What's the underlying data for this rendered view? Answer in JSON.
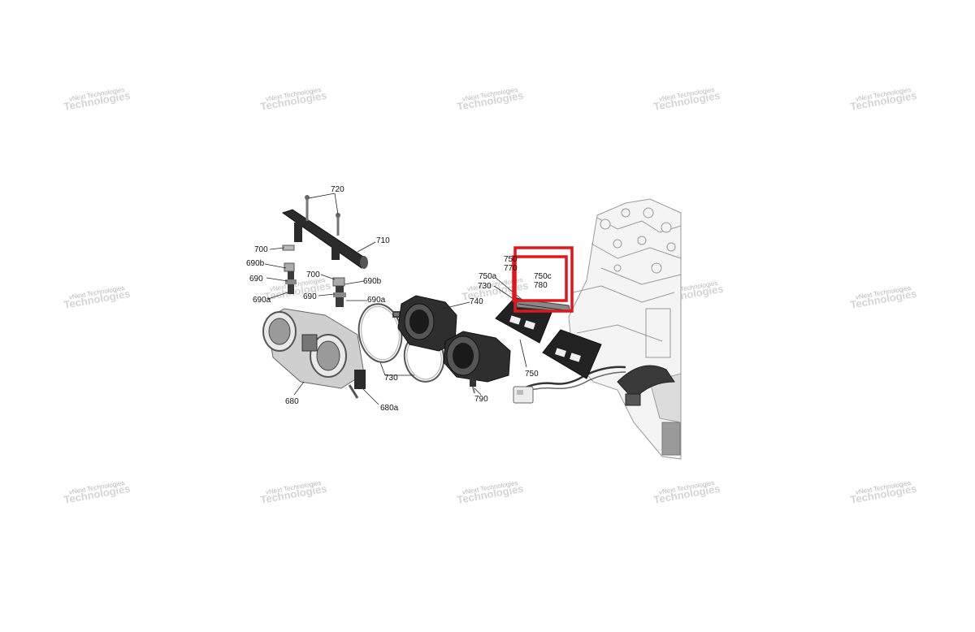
{
  "watermark": {
    "line1": "vNext Technologies",
    "line2": "Technologies"
  },
  "callouts": {
    "c720": "720",
    "c710": "710",
    "c700a": "700",
    "c690b_a": "690b",
    "c690_a": "690",
    "c690a_a": "690a",
    "c700b": "700",
    "c690b_b": "690b",
    "c690_b": "690",
    "c690a_b": "690a",
    "c680": "680",
    "c680a": "680a",
    "c730a": "730",
    "c730b": "730",
    "c740": "740",
    "c790": "790",
    "c750": "750",
    "c750a": "750a",
    "c750b": "750",
    "c770": "770",
    "c750c": "750c",
    "c780": "780"
  },
  "colors": {
    "highlight": "#e0161c",
    "part_dark": "#222222",
    "part_mid": "#8a8a8a",
    "engine_line": "#9a9a9a"
  },
  "icons": {
    "fuel_rail": "fuel-rail-illustration",
    "throttle_body": "throttle-body-illustration",
    "clamp": "hose-clamp-illustration",
    "adaptor": "intake-adaptor-illustration",
    "reed_valve": "reed-valve-illustration",
    "engine": "engine-block-illustration"
  }
}
